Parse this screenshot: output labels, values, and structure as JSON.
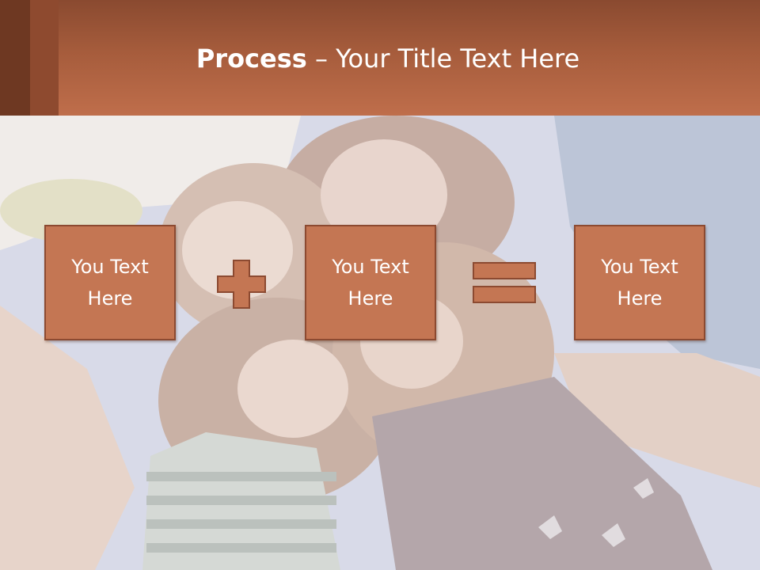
{
  "slide": {
    "title_bold": "Process",
    "title_rest": " – Your Title Text Here"
  },
  "boxes": [
    {
      "line1": "You Text",
      "line2": "Here"
    },
    {
      "line1": "You Text",
      "line2": "Here"
    },
    {
      "line1": "You Text",
      "line2": "Here"
    }
  ],
  "colors": {
    "header": "#b0623f",
    "box_fill": "#c47653",
    "box_border": "#8c4a31"
  }
}
